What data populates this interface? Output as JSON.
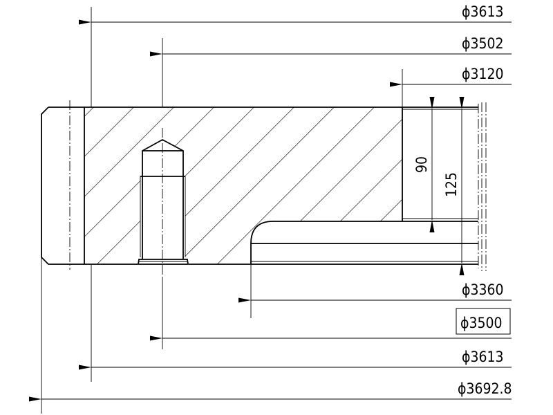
{
  "drawing": {
    "title": "Slewing ring cross-section",
    "diameter_dims": [
      {
        "label": "ϕ3613",
        "boxed": false
      },
      {
        "label": "ϕ3502",
        "boxed": false
      },
      {
        "label": "ϕ3120",
        "boxed": false
      },
      {
        "label": "ϕ3360",
        "boxed": false
      },
      {
        "label": "ϕ3500",
        "boxed": true
      },
      {
        "label": "ϕ3613",
        "boxed": false
      },
      {
        "label": "ϕ3692.8",
        "boxed": false
      }
    ],
    "linear_dims": [
      {
        "label": "90"
      },
      {
        "label": "125"
      }
    ]
  }
}
